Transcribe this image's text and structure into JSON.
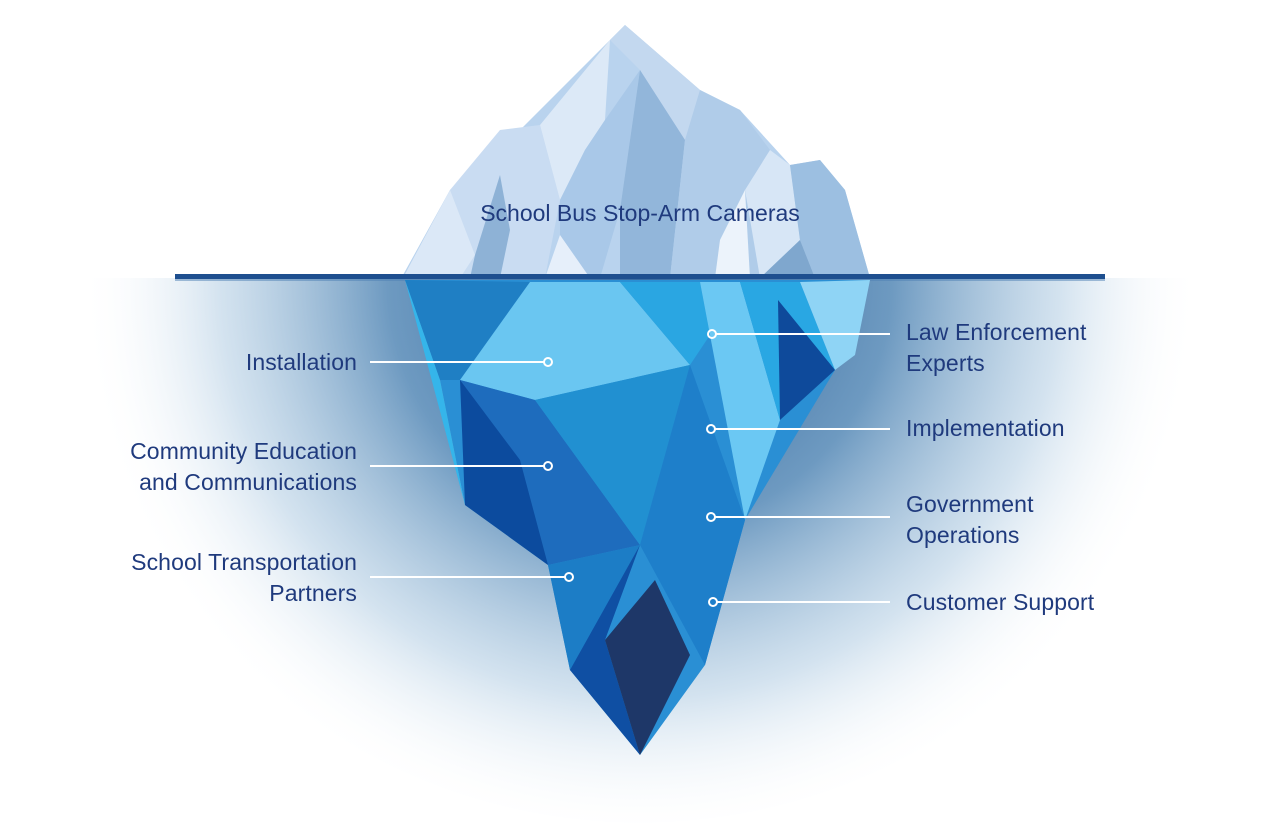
{
  "diagram": {
    "above_water": {
      "label": "School Bus Stop-Arm Cameras"
    },
    "below_water_left": [
      {
        "lines": [
          "Installation"
        ]
      },
      {
        "lines": [
          "Community Education",
          "and Communications"
        ]
      },
      {
        "lines": [
          "School Transportation",
          "Partners"
        ]
      }
    ],
    "below_water_right": [
      {
        "lines": [
          "Law Enforcement",
          "Experts"
        ]
      },
      {
        "lines": [
          "Implementation"
        ]
      },
      {
        "lines": [
          "Government",
          "Operations"
        ]
      },
      {
        "lines": [
          "Customer Support"
        ]
      }
    ]
  },
  "colors": {
    "label_text": "#1f3a7d",
    "waterline": "#1e4f8f",
    "leader_line": "#ffffff"
  }
}
